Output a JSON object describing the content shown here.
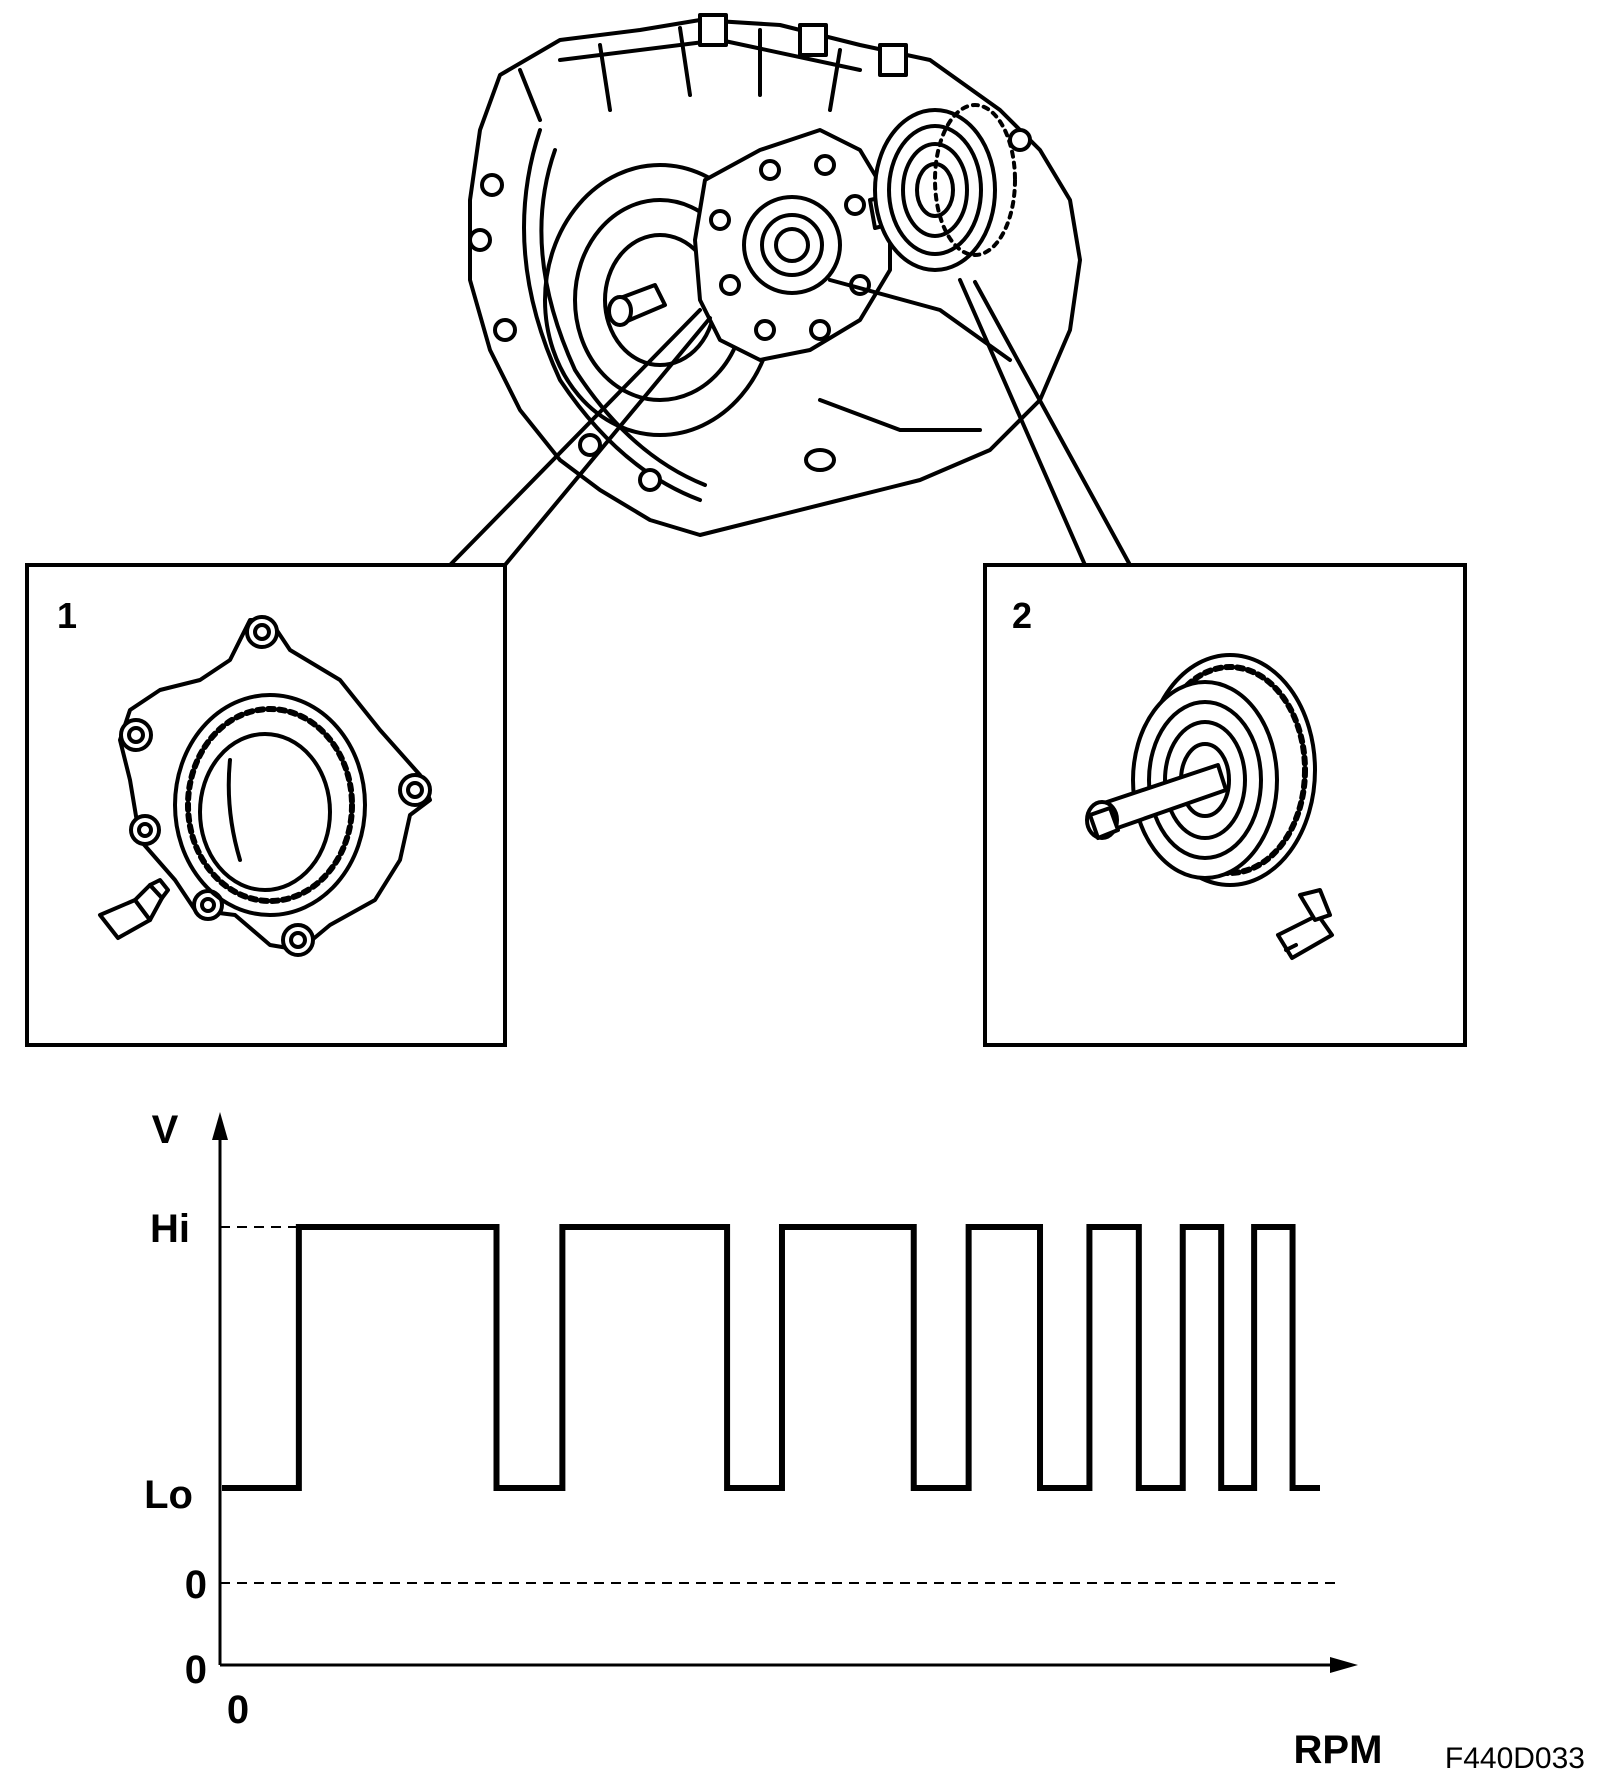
{
  "callouts": [
    {
      "number": "1"
    },
    {
      "number": "2"
    }
  ],
  "waveform": {
    "y_axis_label": "V",
    "x_axis_label": "RPM",
    "y_ticks": [
      "Hi",
      "Lo",
      "0",
      "0"
    ],
    "x_origin_label": "0",
    "levels": [
      "Lo",
      "Hi"
    ],
    "pulses": [
      {
        "rise": 0.07,
        "fall": 0.25
      },
      {
        "rise": 0.31,
        "fall": 0.46
      },
      {
        "rise": 0.51,
        "fall": 0.63
      },
      {
        "rise": 0.68,
        "fall": 0.745
      },
      {
        "rise": 0.79,
        "fall": 0.835
      },
      {
        "rise": 0.875,
        "fall": 0.91
      },
      {
        "rise": 0.94,
        "fall": 0.975
      }
    ],
    "x_end": 1.0
  },
  "figure_code": "F440D033"
}
